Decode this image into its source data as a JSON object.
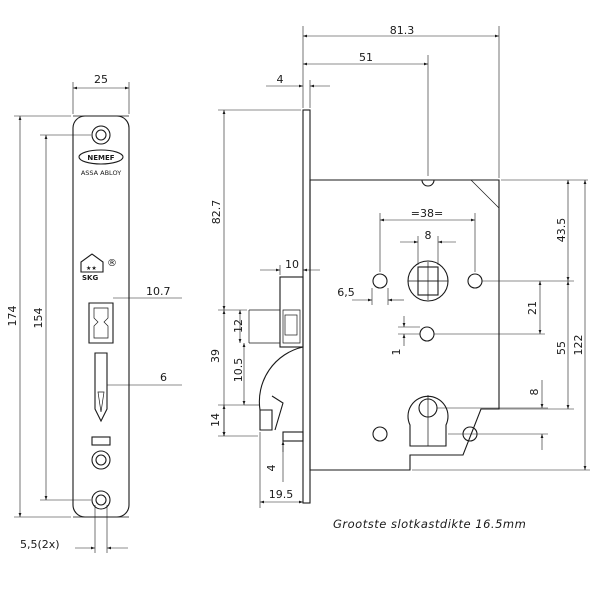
{
  "front_view": {
    "width": "25",
    "total_height": "174",
    "screw_spacing": "154",
    "latch_width": "10.7",
    "bolt_width": "6",
    "screw_hole": "5,5(2x)",
    "brand": "NEMEF",
    "brand_sub": "ASSA ABLOY",
    "cert_mark": "SKG",
    "registered": "®"
  },
  "side_view": {
    "forend_thickness": "4",
    "backset_total": "81.3",
    "backset": "51",
    "upper_height": "82.7",
    "latch_projection": "10",
    "latch_height": "12",
    "spacing_39": "39",
    "spacing_10_5": "10.5",
    "bolt_height": "14",
    "bolt_offset": "4",
    "bolt_projection": "19.5",
    "spindle_spacing": "=38=",
    "spindle_square": "8",
    "follower_offset": "6,5",
    "center_21": "21",
    "pin_offset": "1",
    "case_top": "43.5",
    "case_total": "122",
    "center_55": "55",
    "cylinder_8": "8"
  },
  "caption": "Grootste slotkastdikte 16.5mm"
}
